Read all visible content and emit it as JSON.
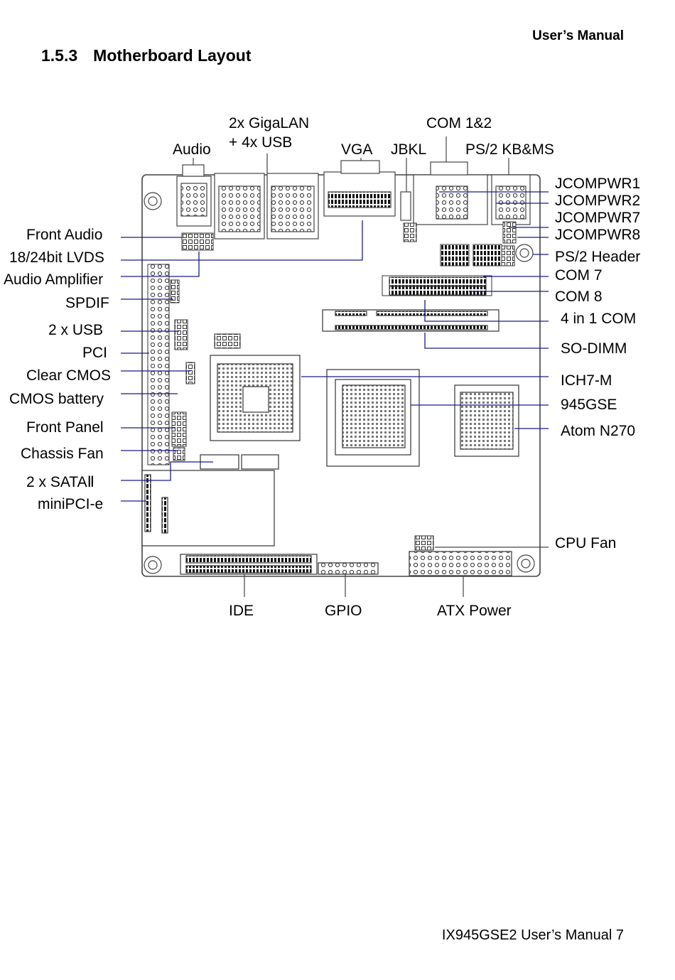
{
  "header": {
    "title": "User’s  Manual"
  },
  "section": {
    "number": "1.5.3",
    "title": "Motherboard Layout"
  },
  "footer": {
    "text": "IX945GSE2  User’s  Manual   7"
  },
  "colors": {
    "leader_line": "#1a1a8c",
    "board_line": "#444444"
  },
  "labels": {
    "top": {
      "gigalan_line1": "2x GigaLAN",
      "gigalan_line2": "+ 4x USB",
      "audio": "Audio",
      "vga": "VGA",
      "jbkl": "JBKL",
      "com12": "COM 1&2",
      "ps2_kbms": "PS/2 KB&MS"
    },
    "left": {
      "front_audio": "Front Audio",
      "lvds": "18/24bit LVDS",
      "audio_amp": "Audio Amplifier",
      "spdif": "SPDIF",
      "usb": "2 x  USB",
      "pci": "PCI",
      "clear_cmos": "Clear CMOS",
      "cmos_battery": "CMOS battery",
      "front_panel": "Front Panel",
      "chassis_fan": "Chassis Fan",
      "sata": "2 x  SATAⅡ",
      "minipci": "miniPCI-e"
    },
    "right": {
      "jcompwr1": "JCOMPWR1",
      "jcompwr2": "JCOMPWR2",
      "jcompwr7": "JCOMPWR7",
      "jcompwr8": "JCOMPWR8",
      "ps2_header": "PS/2 Header",
      "com7": "COM 7",
      "com8": "COM 8",
      "com4in1": "4 in 1 COM",
      "sodimm": "SO-DIMM",
      "ich7m": "ICH7-M",
      "gse945": "945GSE",
      "atom": "Atom N270",
      "cpu_fan": "CPU Fan"
    },
    "bottom": {
      "ide": "IDE",
      "gpio": "GPIO",
      "atx": "ATX Power"
    }
  }
}
